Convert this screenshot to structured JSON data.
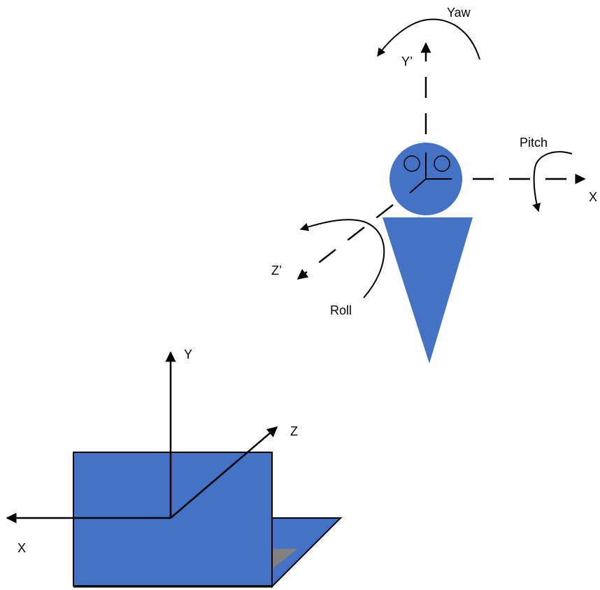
{
  "colors": {
    "figure_fill": "#4472c4",
    "screen_fill": "#808080",
    "line": "#000000"
  },
  "head_frame": {
    "yaw_label": "Yaw",
    "y_prime_label": "Y’",
    "pitch_label": "Pitch",
    "x_label": "X",
    "z_prime_label": "Z’",
    "roll_label": "Roll"
  },
  "device_frame": {
    "y_label": "Y",
    "z_label": "Z",
    "x_label": "X"
  }
}
